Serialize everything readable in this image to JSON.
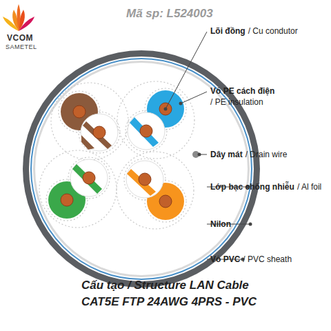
{
  "diagram": {
    "labels": [
      "Mã sp: L524003",
      "VCOM",
      "SAMETEL",
      "Lõi đồng",
      "/ Cu condutor",
      "Vỏ PE cách điện",
      "/ PE insulation",
      "Dây mát",
      "/ Drain wire",
      "Lớp bạc chống nhiễu",
      "/ Al foil",
      "Nilon",
      "Vỏ PVC",
      "/ PVC sheath",
      "Cấu tạo / Structure LAN Cable",
      "CAT5E FTP 24AWG 4PRS - PVC"
    ]
  }
}
